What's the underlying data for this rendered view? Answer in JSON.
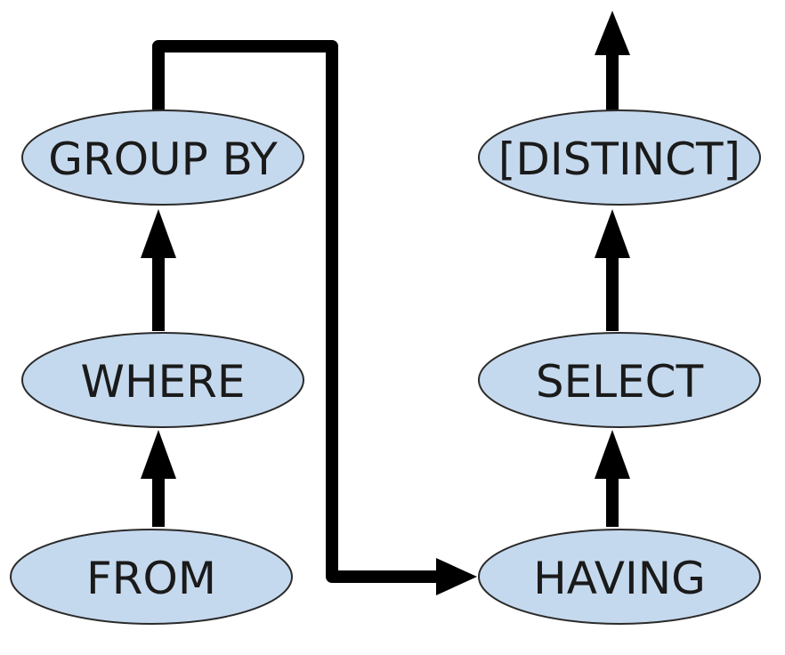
{
  "diagram": {
    "node_fill": "#c5d9ee",
    "node_stroke": "#2b2b2b",
    "arrow_color": "#000000",
    "nodes": {
      "group_by": "GROUP BY",
      "where": "WHERE",
      "from": "FROM",
      "distinct": "[DISTINCT]",
      "select": "SELECT",
      "having": "HAVING"
    }
  }
}
